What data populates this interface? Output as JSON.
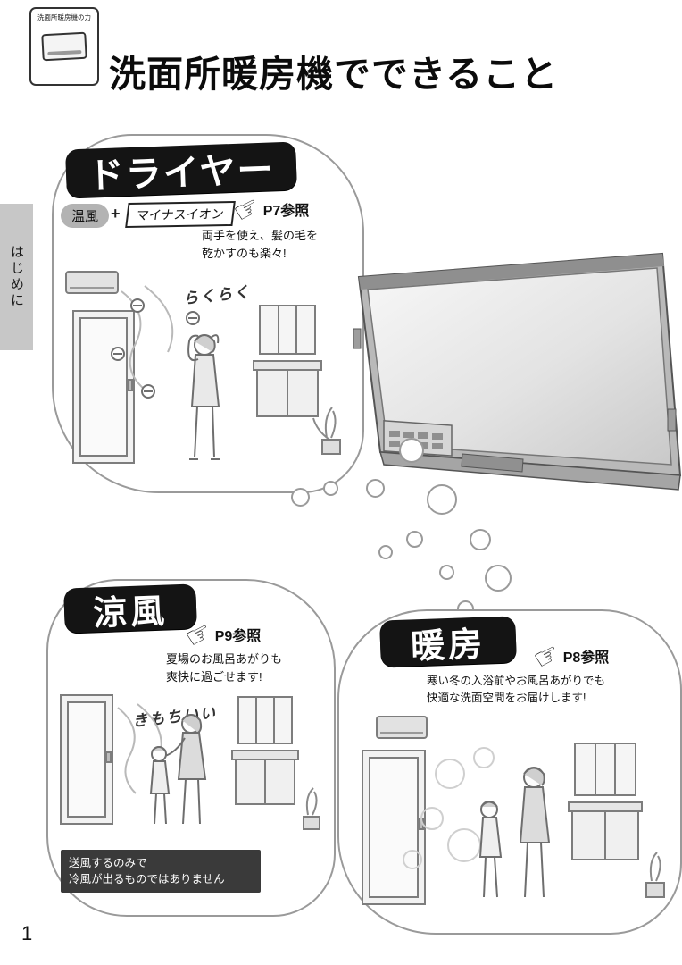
{
  "header": {
    "icon_label": "洗面所暖房機の力",
    "title": "洗面所暖房機でできること"
  },
  "sidebar": {
    "tab": "はじめに"
  },
  "page": {
    "number": "1"
  },
  "sections": {
    "dryer": {
      "title": "ドライヤー",
      "badge_warm": "温風",
      "plus": "+",
      "badge_ion": "マイナスイオン",
      "ref": "P7参照",
      "desc": "両手を使え、髪の毛を\n乾かすのも楽々!",
      "sfx": "らくらく"
    },
    "cool": {
      "title": "涼風",
      "ref": "P9参照",
      "desc": "夏場のお風呂あがりも\n爽快に過ごせます!",
      "sfx": "きもちいい",
      "note": "送風するのみで\n冷風が出るものではありません"
    },
    "heat": {
      "title": "暖房",
      "ref": "P8参照",
      "desc": "寒い冬の入浴前やお風呂あがりでも\n快適な洗面空間をお届けします!"
    }
  }
}
